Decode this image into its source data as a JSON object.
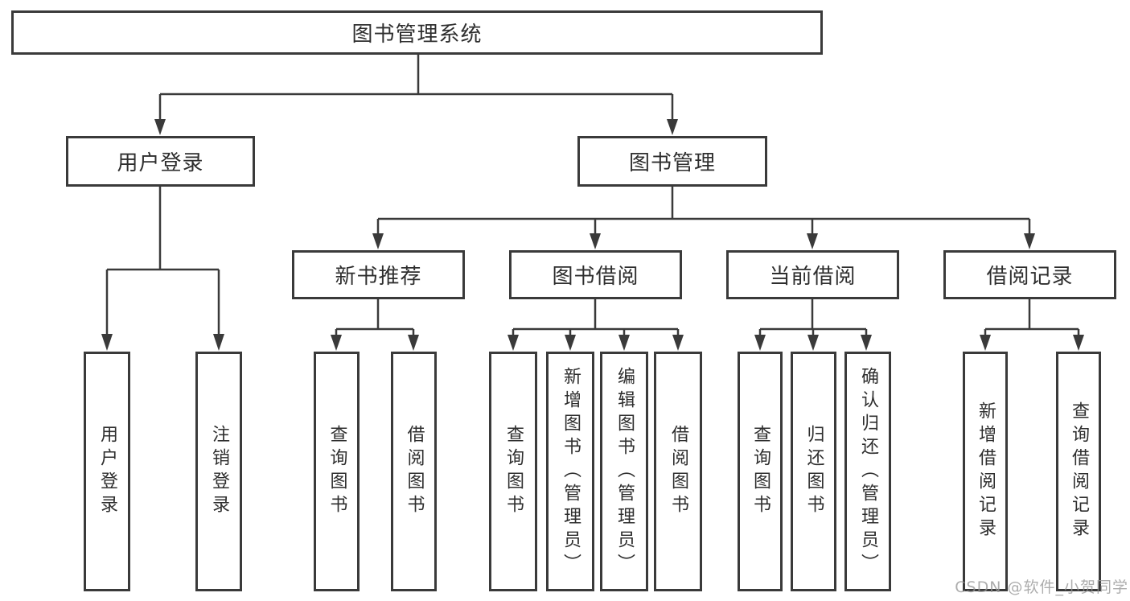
{
  "diagram_type": "functional-structure-tree",
  "tree": {
    "label": "图书管理系统",
    "children": [
      {
        "label": "用户登录",
        "children": [
          {
            "label": "用户登录"
          },
          {
            "label": "注销登录"
          }
        ]
      },
      {
        "label": "图书管理",
        "children": [
          {
            "label": "新书推荐",
            "children": [
              {
                "label": "查询图书"
              },
              {
                "label": "借阅图书"
              }
            ]
          },
          {
            "label": "图书借阅",
            "children": [
              {
                "label": "查询图书"
              },
              {
                "label": "新增图书（管理员）"
              },
              {
                "label": "编辑图书（管理员）"
              },
              {
                "label": "借阅图书"
              }
            ]
          },
          {
            "label": "当前借阅",
            "children": [
              {
                "label": "查询图书"
              },
              {
                "label": "归还图书"
              },
              {
                "label": "确认归还（管理员）"
              }
            ]
          },
          {
            "label": "借阅记录",
            "children": [
              {
                "label": "新增借阅记录"
              },
              {
                "label": "查询借阅记录"
              }
            ]
          }
        ]
      }
    ]
  },
  "watermark": "CSDN @软件_小贺同学",
  "colors": {
    "line": "#3a3a3a",
    "box_border": "#3a3a3a",
    "text": "#2e2e2e",
    "background": "#ffffff",
    "watermark": "#969696"
  }
}
